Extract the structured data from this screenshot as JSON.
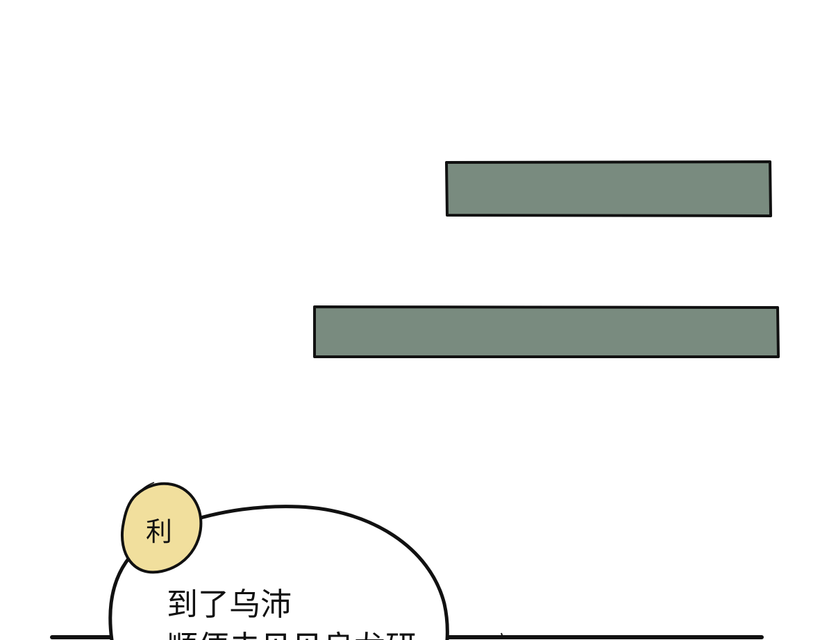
{
  "speaker": {
    "name": "利"
  },
  "dialogue": {
    "lines": [
      "到了乌沛",
      "顺便去见见良龙研"
    ]
  },
  "colors": {
    "background": "#ffffff",
    "caption_box": "#798b7f",
    "speaker_badge": "#f1df9d",
    "outline": "#111111"
  }
}
